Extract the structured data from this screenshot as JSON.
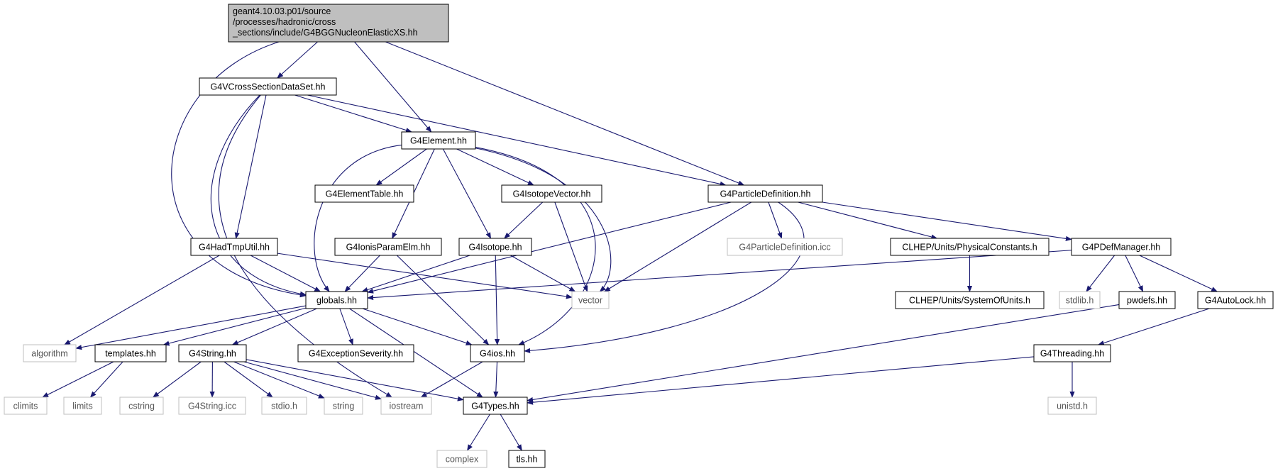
{
  "colors": {
    "edge": "#191970",
    "root_fill": "#bfbfbf",
    "node_border": "#000000",
    "system_border": "#bfbfbf",
    "background": "#ffffff"
  },
  "nodes": [
    {
      "id": "root",
      "lines": [
        "geant4.10.03.p01/source",
        "/processes/hadronic/cross",
        "_sections/include/G4BGGNucleonElasticXS.hh"
      ],
      "kind": "root"
    },
    {
      "id": "g4vcross",
      "lines": [
        "G4VCrossSectionDataSet.hh"
      ],
      "kind": "file"
    },
    {
      "id": "g4element",
      "lines": [
        "G4Element.hh"
      ],
      "kind": "file"
    },
    {
      "id": "g4particledef",
      "lines": [
        "G4ParticleDefinition.hh"
      ],
      "kind": "file"
    },
    {
      "id": "g4elementtable",
      "lines": [
        "G4ElementTable.hh"
      ],
      "kind": "file"
    },
    {
      "id": "g4isotopevector",
      "lines": [
        "G4IsotopeVector.hh"
      ],
      "kind": "file"
    },
    {
      "id": "g4hadtmputil",
      "lines": [
        "G4HadTmpUtil.hh"
      ],
      "kind": "file"
    },
    {
      "id": "g4ionisparamelm",
      "lines": [
        "G4IonisParamElm.hh"
      ],
      "kind": "file"
    },
    {
      "id": "g4isotope",
      "lines": [
        "G4Isotope.hh"
      ],
      "kind": "file"
    },
    {
      "id": "g4particledef_icc",
      "lines": [
        "G4ParticleDefinition.icc"
      ],
      "kind": "system"
    },
    {
      "id": "clhep_phys",
      "lines": [
        "CLHEP/Units/PhysicalConstants.h"
      ],
      "kind": "file"
    },
    {
      "id": "g4pdefmanager",
      "lines": [
        "G4PDefManager.hh"
      ],
      "kind": "file"
    },
    {
      "id": "globals",
      "lines": [
        "globals.hh"
      ],
      "kind": "file"
    },
    {
      "id": "vector",
      "lines": [
        "vector"
      ],
      "kind": "system"
    },
    {
      "id": "clhep_sys",
      "lines": [
        "CLHEP/Units/SystemOfUnits.h"
      ],
      "kind": "file"
    },
    {
      "id": "stdlib",
      "lines": [
        "stdlib.h"
      ],
      "kind": "system"
    },
    {
      "id": "pwdefs",
      "lines": [
        "pwdefs.hh"
      ],
      "kind": "file"
    },
    {
      "id": "g4autolock",
      "lines": [
        "G4AutoLock.hh"
      ],
      "kind": "file"
    },
    {
      "id": "algorithm",
      "lines": [
        "algorithm"
      ],
      "kind": "system"
    },
    {
      "id": "templates",
      "lines": [
        "templates.hh"
      ],
      "kind": "file"
    },
    {
      "id": "g4string",
      "lines": [
        "G4String.hh"
      ],
      "kind": "file"
    },
    {
      "id": "g4exception",
      "lines": [
        "G4ExceptionSeverity.hh"
      ],
      "kind": "file"
    },
    {
      "id": "g4ios",
      "lines": [
        "G4ios.hh"
      ],
      "kind": "file"
    },
    {
      "id": "g4threading",
      "lines": [
        "G4Threading.hh"
      ],
      "kind": "file"
    },
    {
      "id": "climits",
      "lines": [
        "climits"
      ],
      "kind": "system"
    },
    {
      "id": "limits",
      "lines": [
        "limits"
      ],
      "kind": "system"
    },
    {
      "id": "cstring",
      "lines": [
        "cstring"
      ],
      "kind": "system"
    },
    {
      "id": "g4string_icc",
      "lines": [
        "G4String.icc"
      ],
      "kind": "system"
    },
    {
      "id": "stdio",
      "lines": [
        "stdio.h"
      ],
      "kind": "system"
    },
    {
      "id": "string",
      "lines": [
        "string"
      ],
      "kind": "system"
    },
    {
      "id": "iostream",
      "lines": [
        "iostream"
      ],
      "kind": "system"
    },
    {
      "id": "g4types",
      "lines": [
        "G4Types.hh"
      ],
      "kind": "file"
    },
    {
      "id": "unistd",
      "lines": [
        "unistd.h"
      ],
      "kind": "system"
    },
    {
      "id": "complex",
      "lines": [
        "complex"
      ],
      "kind": "system"
    },
    {
      "id": "tls",
      "lines": [
        "tls.hh"
      ],
      "kind": "file"
    }
  ],
  "edges": [
    [
      "root",
      "globals"
    ],
    [
      "root",
      "g4vcross"
    ],
    [
      "root",
      "g4element"
    ],
    [
      "root",
      "g4particledef"
    ],
    [
      "g4vcross",
      "g4element"
    ],
    [
      "g4vcross",
      "g4particledef"
    ],
    [
      "g4vcross",
      "g4hadtmputil"
    ],
    [
      "g4vcross",
      "globals"
    ],
    [
      "g4vcross",
      "iostream"
    ],
    [
      "g4element",
      "g4elementtable"
    ],
    [
      "g4element",
      "g4isotopevector"
    ],
    [
      "g4element",
      "g4ionisparamelm"
    ],
    [
      "g4element",
      "g4isotope"
    ],
    [
      "g4element",
      "globals"
    ],
    [
      "g4element",
      "vector"
    ],
    [
      "g4element",
      "g4ios"
    ],
    [
      "g4particledef",
      "g4particledef_icc"
    ],
    [
      "g4particledef",
      "clhep_phys"
    ],
    [
      "g4particledef",
      "g4pdefmanager"
    ],
    [
      "g4particledef",
      "globals"
    ],
    [
      "g4particledef",
      "vector"
    ],
    [
      "g4particledef",
      "g4ios"
    ],
    [
      "g4isotopevector",
      "g4isotope"
    ],
    [
      "g4isotopevector",
      "vector"
    ],
    [
      "g4hadtmputil",
      "globals"
    ],
    [
      "g4hadtmputil",
      "vector"
    ],
    [
      "g4hadtmputil",
      "algorithm"
    ],
    [
      "g4ionisparamelm",
      "globals"
    ],
    [
      "g4ionisparamelm",
      "g4ios"
    ],
    [
      "g4isotope",
      "globals"
    ],
    [
      "g4isotope",
      "vector"
    ],
    [
      "g4isotope",
      "g4ios"
    ],
    [
      "clhep_phys",
      "clhep_sys"
    ],
    [
      "g4pdefmanager",
      "globals"
    ],
    [
      "g4pdefmanager",
      "stdlib"
    ],
    [
      "g4pdefmanager",
      "pwdefs"
    ],
    [
      "g4pdefmanager",
      "g4autolock"
    ],
    [
      "globals",
      "algorithm"
    ],
    [
      "globals",
      "templates"
    ],
    [
      "globals",
      "g4string"
    ],
    [
      "globals",
      "g4exception"
    ],
    [
      "globals",
      "g4ios"
    ],
    [
      "globals",
      "g4types"
    ],
    [
      "pwdefs",
      "g4types"
    ],
    [
      "g4autolock",
      "g4threading"
    ],
    [
      "templates",
      "climits"
    ],
    [
      "templates",
      "limits"
    ],
    [
      "g4string",
      "cstring"
    ],
    [
      "g4string",
      "g4string_icc"
    ],
    [
      "g4string",
      "stdio"
    ],
    [
      "g4string",
      "string"
    ],
    [
      "g4string",
      "iostream"
    ],
    [
      "g4string",
      "g4types"
    ],
    [
      "g4ios",
      "iostream"
    ],
    [
      "g4ios",
      "g4types"
    ],
    [
      "g4threading",
      "g4types"
    ],
    [
      "g4threading",
      "unistd"
    ],
    [
      "g4types",
      "complex"
    ],
    [
      "g4types",
      "tls"
    ]
  ]
}
